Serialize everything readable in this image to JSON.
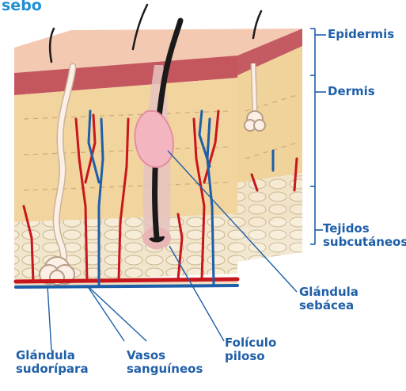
{
  "diagram": {
    "title_fragment": "sebo",
    "labels": {
      "epidermis": "Epidermis",
      "dermis": "Dermis",
      "tejidos_line1": "Tejidos",
      "tejidos_line2": "subcutáneos",
      "sebacea_line1": "Glándula",
      "sebacea_line2": "sebácea",
      "sudoripara_line1": "Glándula",
      "sudoripara_line2": "sudorípara",
      "vasos_line1": "Vasos",
      "vasos_line2": "sanguíneos",
      "foliculo_line1": "Folículo",
      "foliculo_line2": "piloso"
    },
    "colors": {
      "label": "#1f5fa8",
      "epidermis_top": "#f4c9b5",
      "epidermis_band": "#c4565e",
      "dermis": "#f3d6a0",
      "subcutaneous": "#efe3c8",
      "artery": "#c8161d",
      "vein": "#1d5fa8",
      "hair": "#1a1a1a",
      "gland": "#f3b5c0"
    }
  }
}
